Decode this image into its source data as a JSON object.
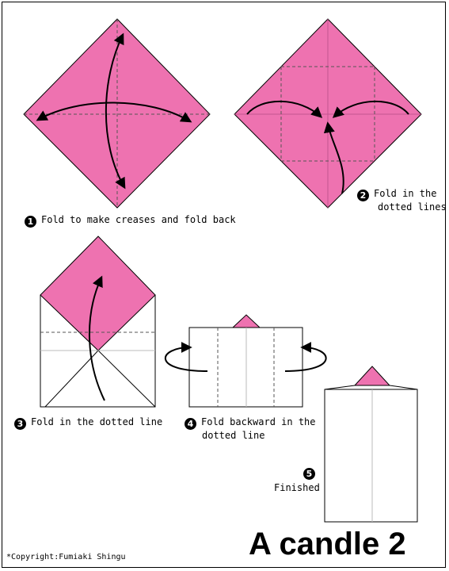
{
  "title": "A candle 2",
  "copyright": "*Copyright:Fumiaki Shingu",
  "colors": {
    "paper_front": "#EE72B0",
    "paper_back": "#FFFFFF",
    "crease": "#555555",
    "outline": "#000000"
  },
  "steps": [
    {
      "number": "1",
      "text": "Fold to make creases and fold back"
    },
    {
      "number": "2",
      "text_lines": [
        "Fold in the",
        "dotted lines"
      ]
    },
    {
      "number": "3",
      "text": "Fold in the dotted line"
    },
    {
      "number": "4",
      "text_lines": [
        "Fold backward in the",
        "dotted line"
      ]
    },
    {
      "number": "5",
      "text": "Finished"
    }
  ]
}
